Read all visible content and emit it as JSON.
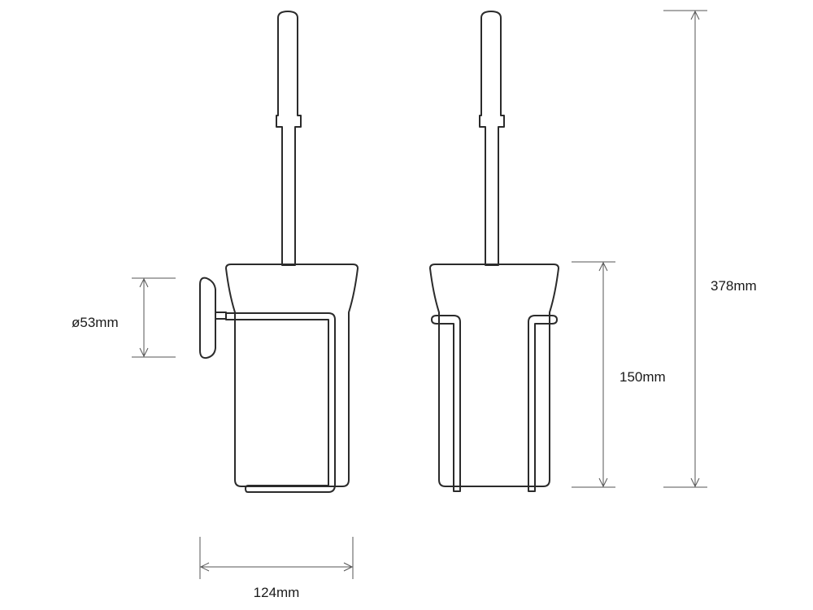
{
  "dimensions": {
    "diameter": "ø53mm",
    "width": "124mm",
    "holder_height": "150mm",
    "total_height": "378mm"
  },
  "colors": {
    "outline": "#2b2b2b",
    "dimension_line": "#555555",
    "text": "#1a1a1a",
    "background": "#ffffff"
  }
}
